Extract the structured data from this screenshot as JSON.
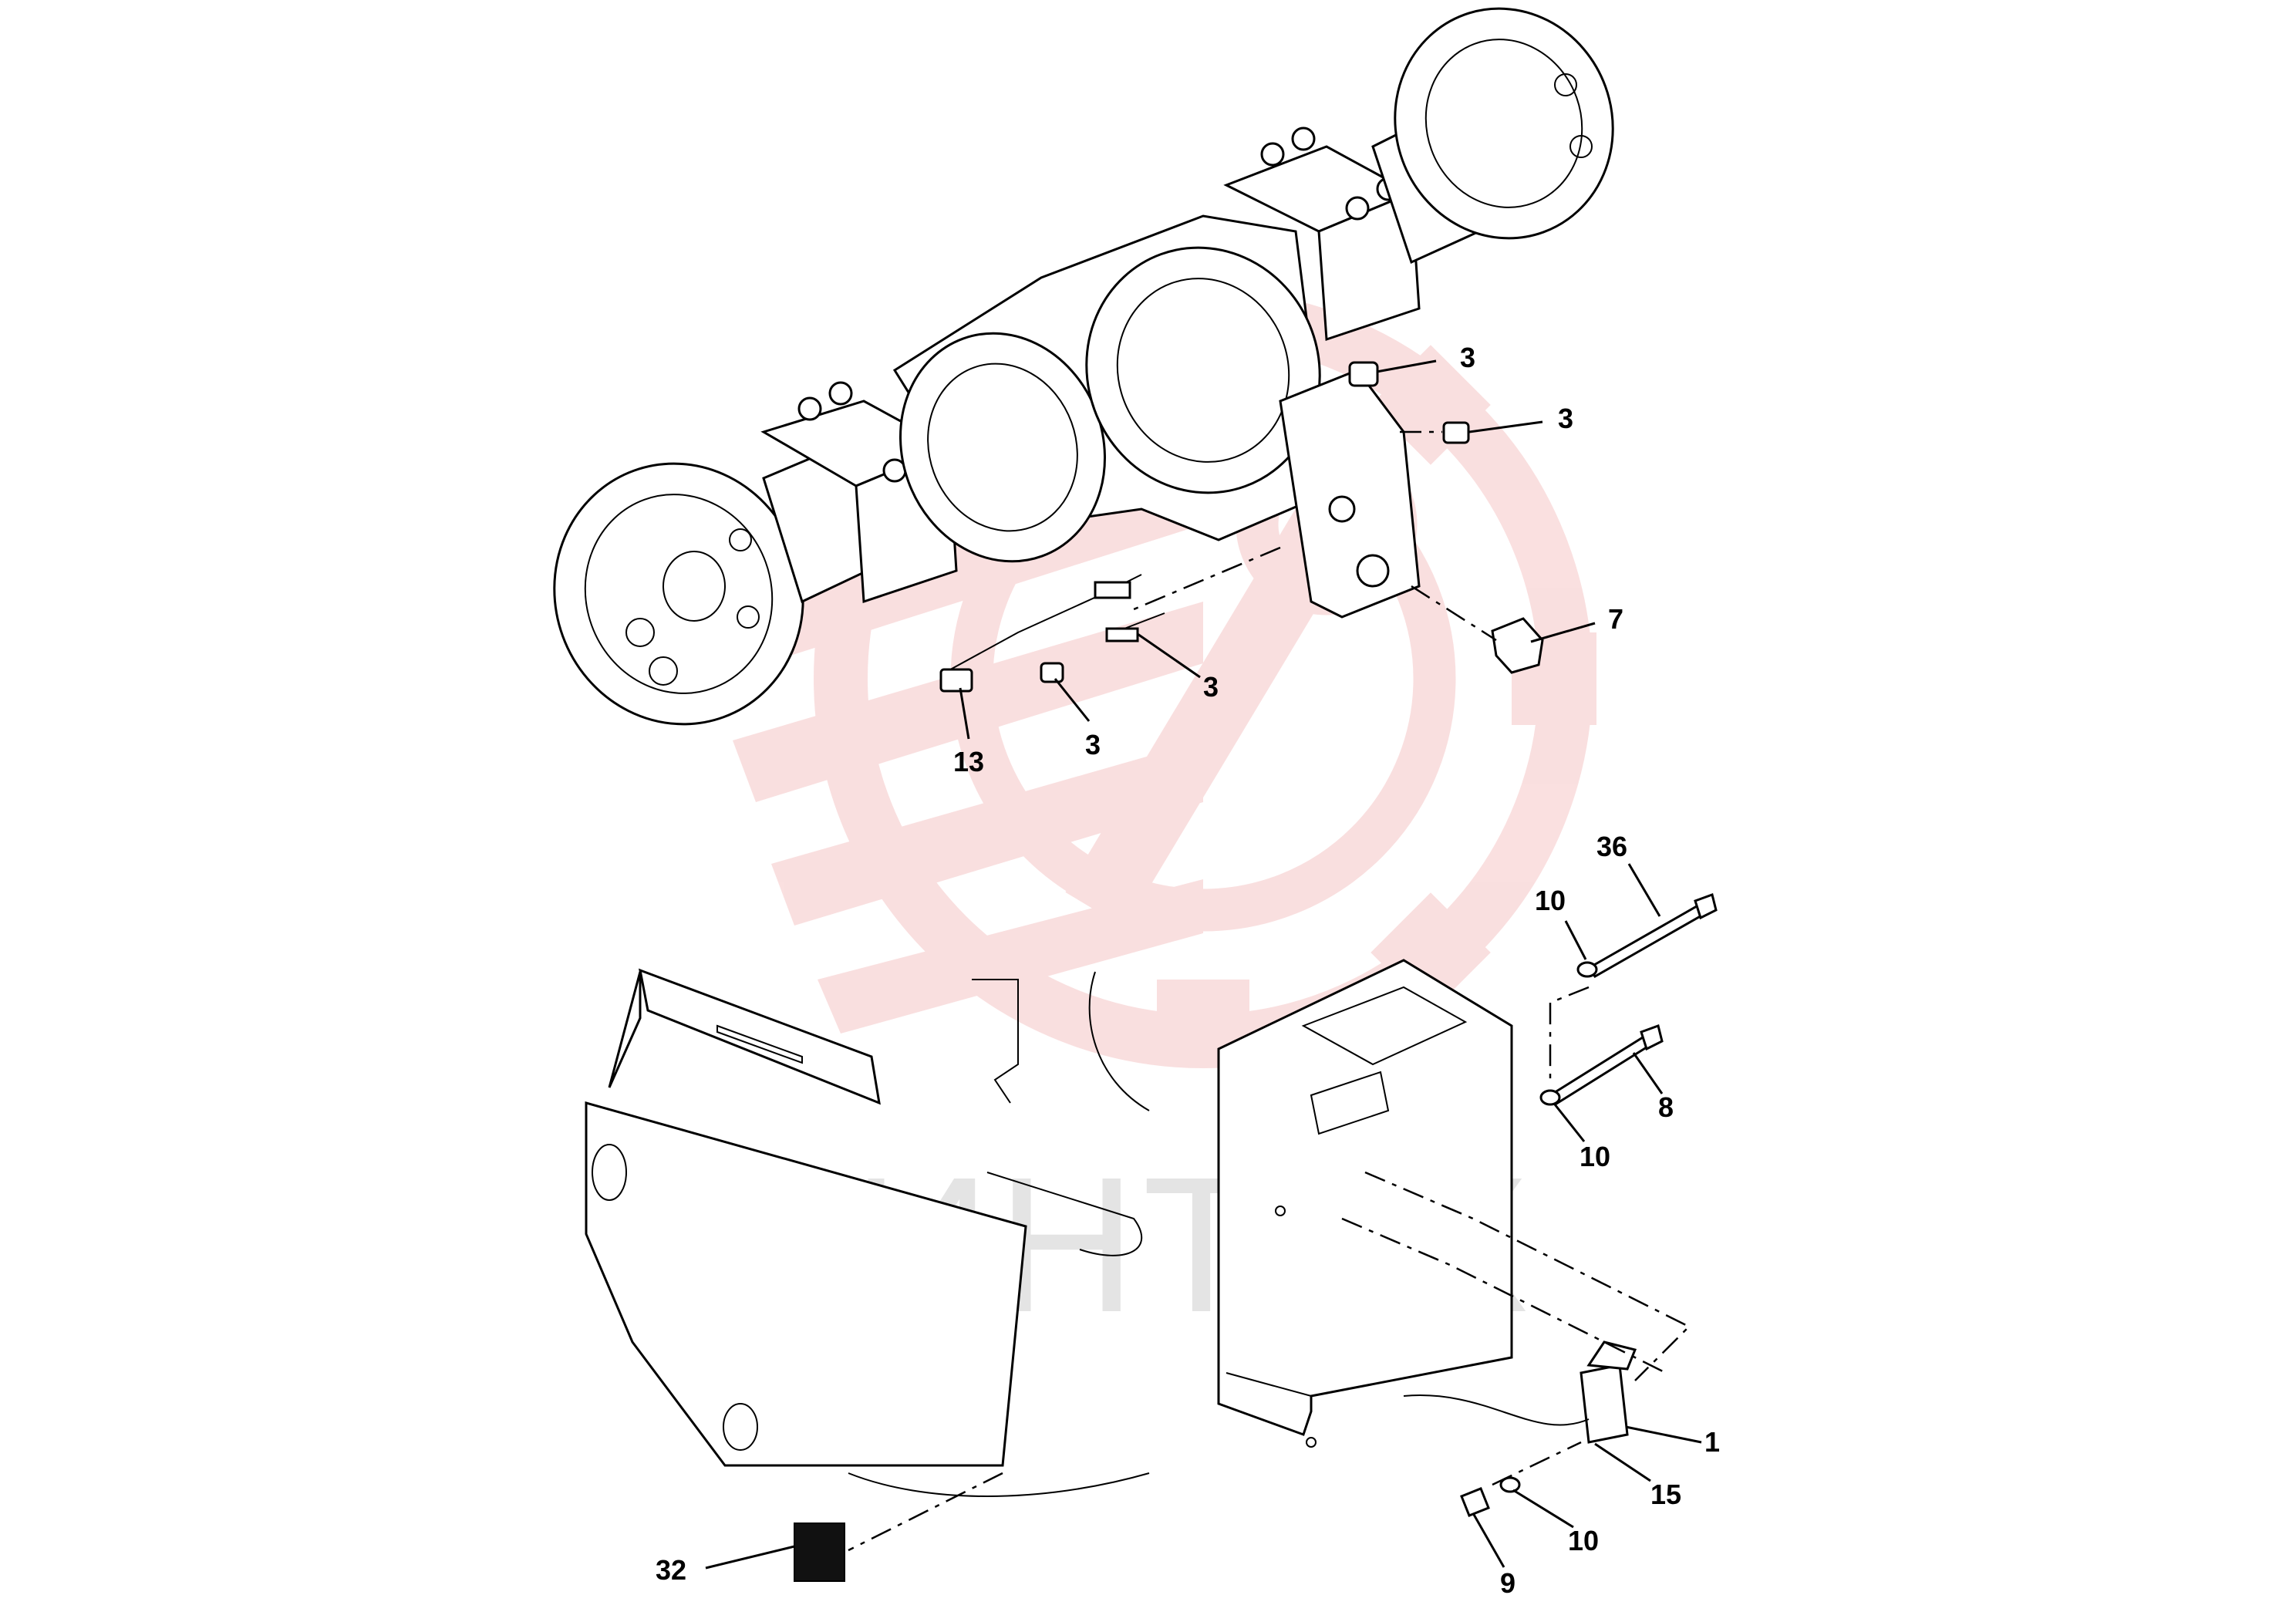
{
  "watermark": {
    "text": "ИНТЕХ",
    "emblem_color": "#f5c6c6",
    "text_color": "#cfcfcf"
  },
  "callouts": [
    {
      "id": "c-3a",
      "label": "3"
    },
    {
      "id": "c-3b",
      "label": "3"
    },
    {
      "id": "c-7",
      "label": "7"
    },
    {
      "id": "c-3c",
      "label": "3"
    },
    {
      "id": "c-13",
      "label": "13"
    },
    {
      "id": "c-3d",
      "label": "3"
    },
    {
      "id": "c-36",
      "label": "36"
    },
    {
      "id": "c-10a",
      "label": "10"
    },
    {
      "id": "c-8",
      "label": "8"
    },
    {
      "id": "c-10b",
      "label": "10"
    },
    {
      "id": "c-1",
      "label": "1"
    },
    {
      "id": "c-15",
      "label": "15"
    },
    {
      "id": "c-10c",
      "label": "10"
    },
    {
      "id": "c-9",
      "label": "9"
    },
    {
      "id": "c-32",
      "label": "32"
    }
  ]
}
